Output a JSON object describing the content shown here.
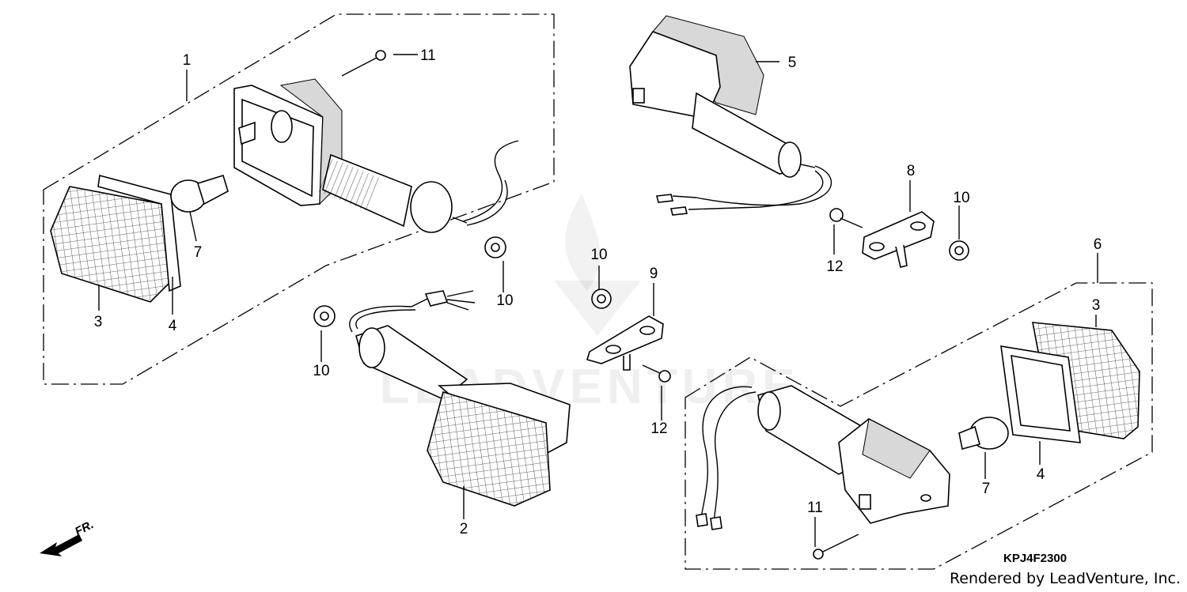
{
  "callouts": {
    "c1": "1",
    "c2": "2",
    "c3a": "3",
    "c3b": "3",
    "c4a": "4",
    "c4b": "4",
    "c5": "5",
    "c6": "6",
    "c7a": "7",
    "c7b": "7",
    "c8": "8",
    "c9": "9",
    "c10a": "10",
    "c10b": "10",
    "c10c": "10",
    "c10d": "10",
    "c11a": "11",
    "c11b": "11",
    "c12a": "12",
    "c12b": "12"
  },
  "diagram_code": "KPJ4F2300",
  "credit": "Rendered by LeadVenture, Inc.",
  "direction_label": "FR.",
  "watermark": "LEADVENTURE"
}
